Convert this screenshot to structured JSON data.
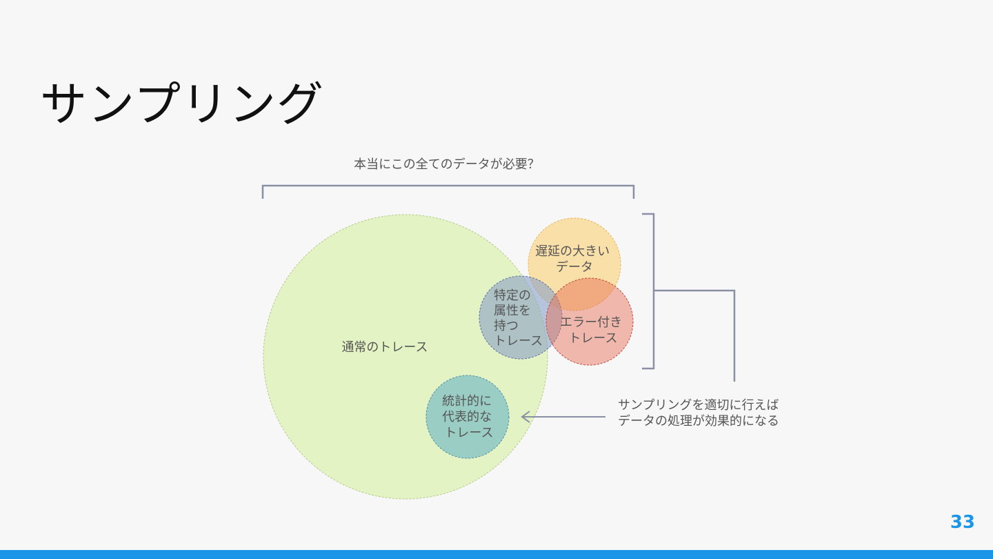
{
  "slide": {
    "title": "サンプリング",
    "page_number": "33"
  },
  "diagram": {
    "top_question": "本当にこの全てのデータが必要？",
    "circles": {
      "normal": {
        "label_lines": [
          "通常のトレース"
        ],
        "fill": "#e4f3c3",
        "stroke": "#b6c98a"
      },
      "slow": {
        "label_lines": [
          "遅延の大きい",
          "データ"
        ],
        "fill": "#fbd27e",
        "stroke": "#e8b45a"
      },
      "attribute": {
        "label_lines": [
          "特定の",
          "属性を",
          "持つ",
          "トレース"
        ],
        "fill": "#8aa1c8",
        "stroke": "#5a6fa6"
      },
      "error": {
        "label_lines": [
          "エラー付き",
          "トレース"
        ],
        "fill": "#e66a50",
        "stroke": "#c0473a"
      },
      "statistical": {
        "label_lines": [
          "統計的に",
          "代表的な",
          "トレース"
        ],
        "fill": "#7bbcc4",
        "stroke": "#4f8fa8"
      }
    },
    "conclusion_lines": [
      "サンプリングを適切に行えば",
      "データの処理が効果的になる"
    ],
    "colors": {
      "bracket": "#8a8fa3",
      "text": "#555555"
    }
  }
}
